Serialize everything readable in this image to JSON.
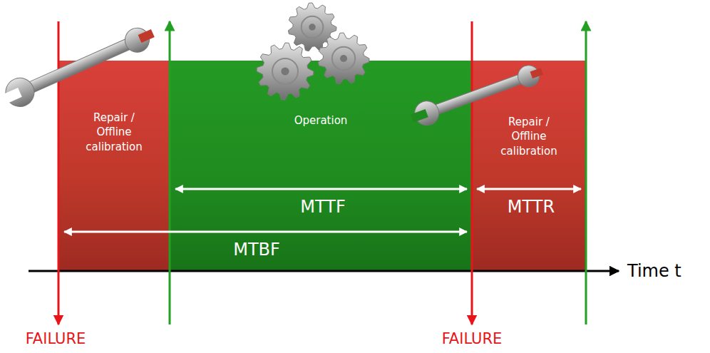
{
  "diagram": {
    "nodes": [
      {
        "text": [
          "Repair / Offline calibration"
        ]
      },
      {
        "text": [
          "Operation"
        ]
      },
      {
        "text": [
          "Repair / Offline calibration"
        ]
      }
    ],
    "labels": [
      "MTTF",
      "MTTR",
      "MTBF",
      "Time t",
      "FAILURE",
      "FAILURE"
    ]
  }
}
